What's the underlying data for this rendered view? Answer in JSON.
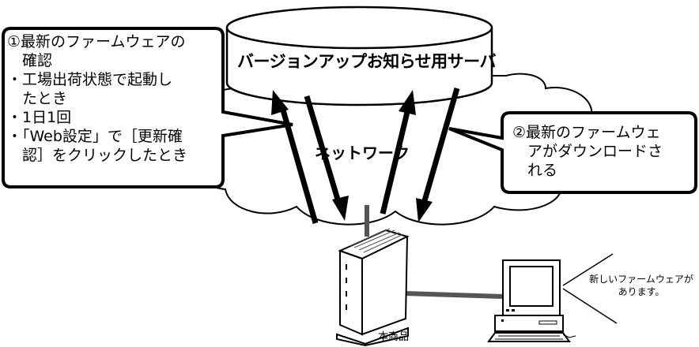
{
  "server": {
    "label": "バージョンアップお知らせ用サーバ"
  },
  "network": {
    "label": "ネットワーク"
  },
  "callout_left": {
    "lines": [
      "①最新のファームウェアの",
      "　確認",
      "・工場出荷状態で起動し",
      "　たとき",
      "・1日1回",
      "・「Web設定」で［更新確",
      "　認］をクリックしたとき"
    ]
  },
  "callout_right": {
    "lines": [
      "②最新のファームウェ",
      "　アがダウンロードさ",
      "　れる"
    ]
  },
  "device": {
    "label": "本商品"
  },
  "pc_message": {
    "lines": [
      "新しいファームウェアが",
      "あります。"
    ]
  }
}
